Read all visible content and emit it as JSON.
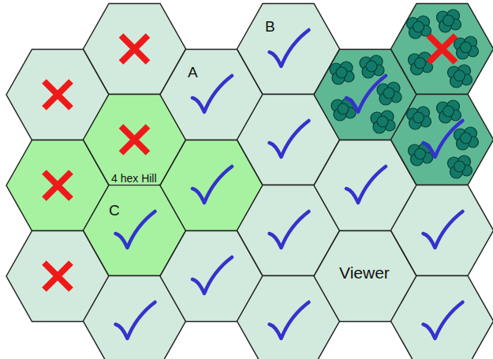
{
  "diagram": {
    "labels": [
      "B",
      "A",
      "4 hex Hill",
      "C",
      "Viewer"
    ]
  }
}
